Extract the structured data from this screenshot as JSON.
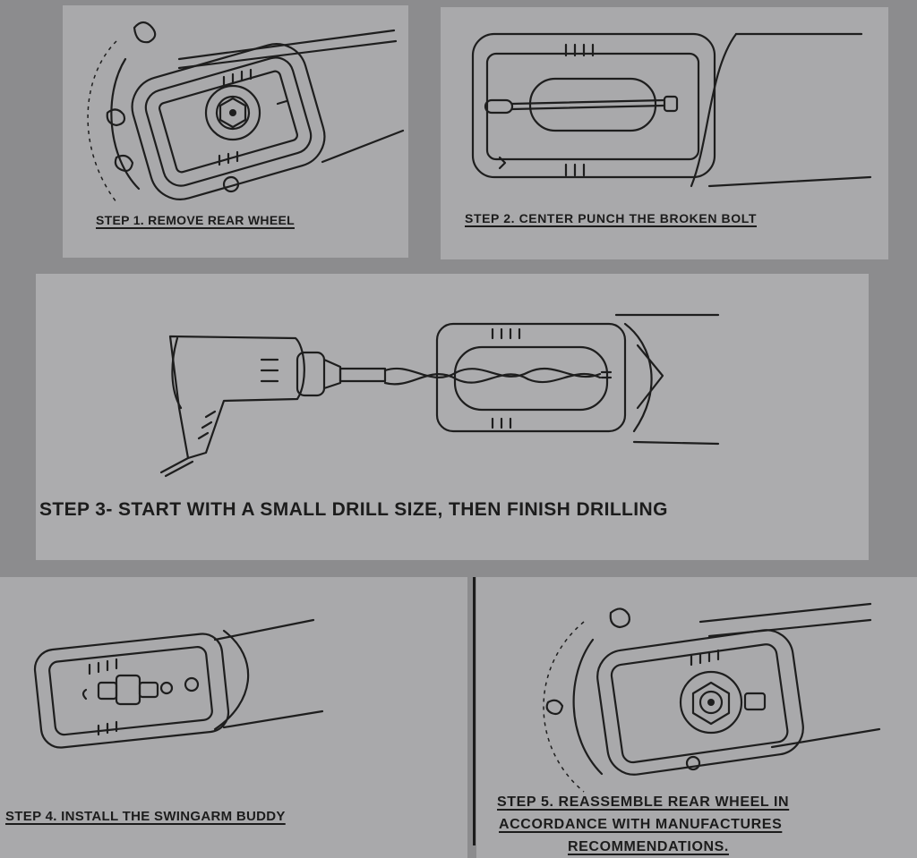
{
  "steps": {
    "step1": {
      "caption": "STEP 1. REMOVE REAR WHEEL"
    },
    "step2": {
      "caption": "STEP 2. CENTER PUNCH THE BROKEN BOLT"
    },
    "step3": {
      "caption": "STEP 3- START WITH A SMALL DRILL SIZE, THEN FINISH DRILLING"
    },
    "step4": {
      "caption": "STEP 4. INSTALL THE SWINGARM BUDDY"
    },
    "step5": {
      "caption_line1": "STEP 5. REASSEMBLE REAR WHEEL IN",
      "caption_line2": "ACCORDANCE WITH MANUFACTURES",
      "caption_line3": "RECOMMENDATIONS."
    }
  },
  "icons": {
    "step1": "swingarm-axle-wheel-illustration",
    "step2": "center-punch-illustration",
    "step3": "drill-illustration",
    "step4": "swingarm-buddy-illustration",
    "step5": "reassembled-wheel-illustration"
  }
}
